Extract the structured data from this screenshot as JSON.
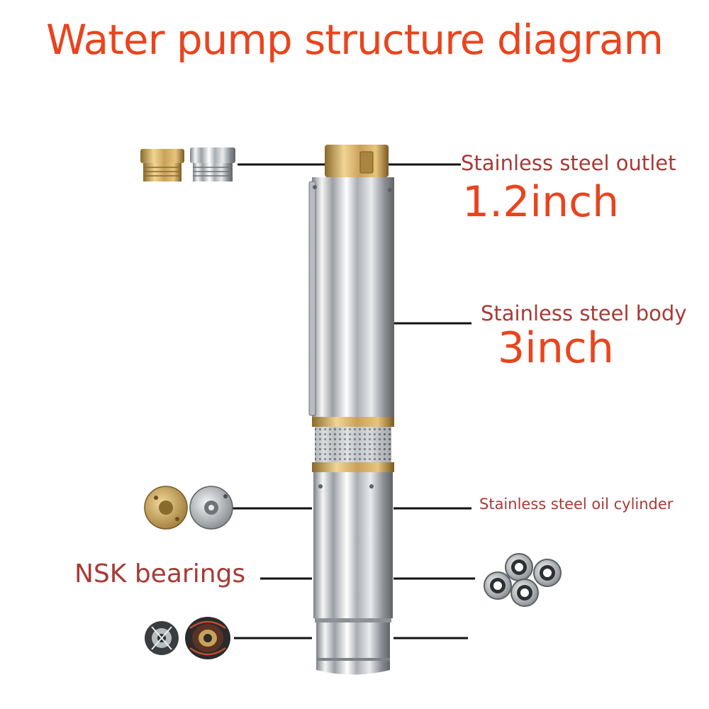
{
  "title": "Water pump structure diagram",
  "labels": {
    "outlet": "Stainless steel outlet",
    "outlet_size": "1.2inch",
    "body": "Stainless steel body",
    "body_size": "3inch",
    "oil_cylinder": "Stainless steel oil cylinder",
    "bearings": "NSK bearings"
  },
  "colors": {
    "title": "#e8451f",
    "label_dark_red": "#a83a35",
    "label_orange": "#e8451f",
    "leader_line": "#111111",
    "steel": "#c8ccd0",
    "brass": "#c9a25a"
  },
  "icons": [
    "brass-fitting-icon",
    "steel-fitting-icon",
    "brass-oil-cap-icon",
    "steel-oil-cap-icon",
    "ball-bearing-icon",
    "motor-stator-icon",
    "motor-coil-icon"
  ]
}
